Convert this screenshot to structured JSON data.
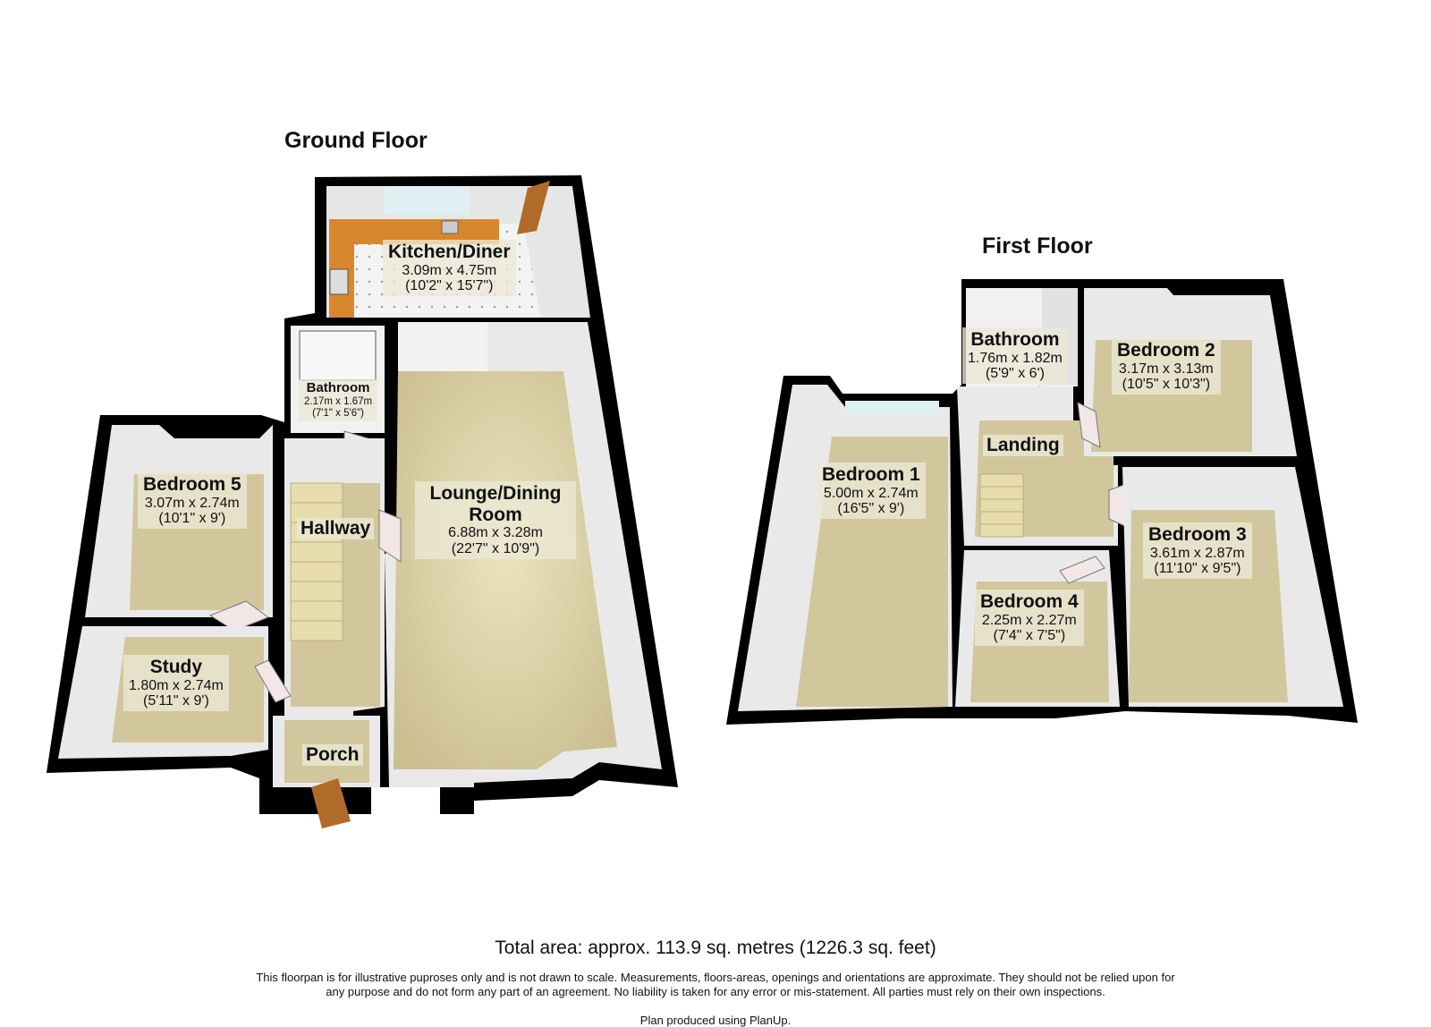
{
  "ground_floor": {
    "title": "Ground Floor",
    "rooms": {
      "kitchen": {
        "name": "Kitchen/Diner",
        "metric": "3.09m x 4.75m",
        "imperial": "(10'2\" x 15'7\")"
      },
      "bathroom": {
        "name": "Bathroom",
        "metric": "2.17m x 1.67m",
        "imperial": "(7'1\" x 5'6\")"
      },
      "bedroom5": {
        "name": "Bedroom 5",
        "metric": "3.07m x 2.74m",
        "imperial": "(10'1\" x 9')"
      },
      "lounge": {
        "name": "Lounge/Dining Room",
        "metric": "6.88m x 3.28m",
        "imperial": "(22'7\" x 10'9\")"
      },
      "hallway": {
        "name": "Hallway"
      },
      "study": {
        "name": "Study",
        "metric": "1.80m x 2.74m",
        "imperial": "(5'11\" x 9')"
      },
      "porch": {
        "name": "Porch"
      }
    }
  },
  "first_floor": {
    "title": "First Floor",
    "rooms": {
      "bathroom": {
        "name": "Bathroom",
        "metric": "1.76m x 1.82m",
        "imperial": "(5'9\" x 6')"
      },
      "bedroom2": {
        "name": "Bedroom 2",
        "metric": "3.17m x 3.13m",
        "imperial": "(10'5\" x 10'3\")"
      },
      "landing": {
        "name": "Landing"
      },
      "bedroom1": {
        "name": "Bedroom 1",
        "metric": "5.00m x 2.74m",
        "imperial": "(16'5\" x 9')"
      },
      "bedroom3": {
        "name": "Bedroom 3",
        "metric": "3.61m x 2.87m",
        "imperial": "(11'10\" x 9'5\")"
      },
      "bedroom4": {
        "name": "Bedroom 4",
        "metric": "2.25m x 2.27m",
        "imperial": "(7'4\" x 7'5\")"
      }
    }
  },
  "footer": {
    "total_area": "Total area: approx. 113.9 sq. metres (1226.3 sq. feet)",
    "disclaimer": "This floorpan is for illustrative puproses only and is not drawn to scale. Measurements, floors-areas, openings and orientations are approximate. They should not be relied upon for any purpose and do not form any part of an agreement. No liability is taken for any error or mis-statement. All parties must rely on their own inspections.",
    "produced_by": "Plan produced using PlanUp."
  },
  "colors": {
    "wall": "#000000",
    "floor_carpet": "#d2c79c",
    "floor_tile": "#f2f2f2",
    "worktop": "#d9872e",
    "wall_face": "#e9e9e9"
  }
}
